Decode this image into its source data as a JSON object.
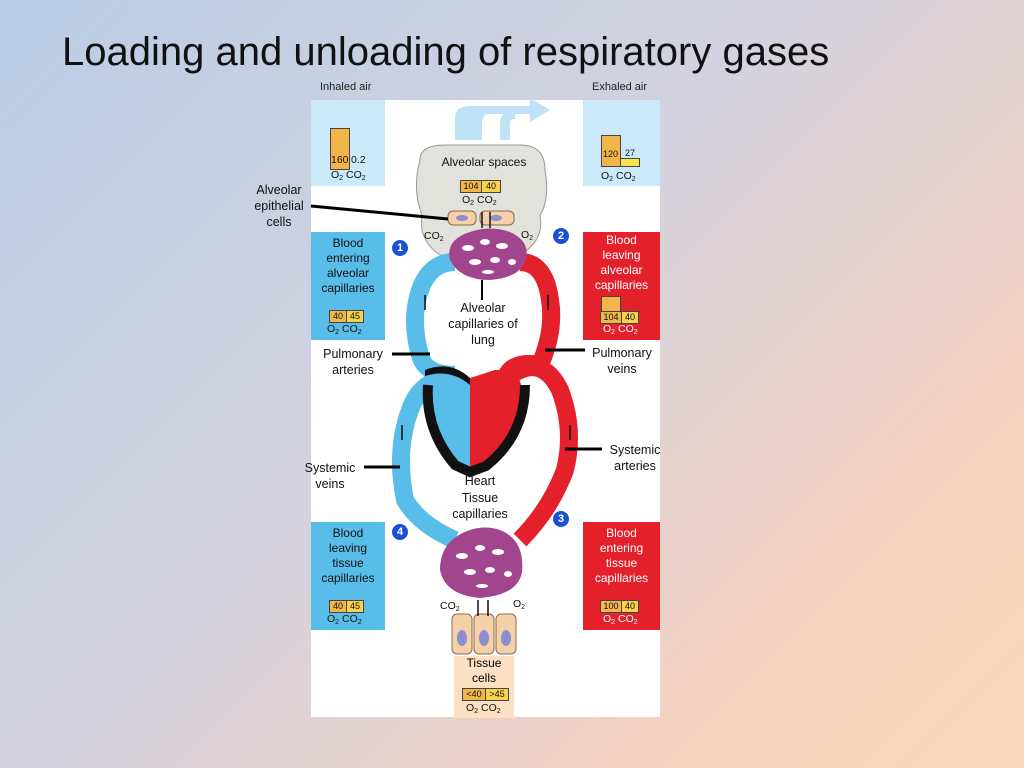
{
  "title": "Loading and unloading of respiratory gases",
  "inhaled": {
    "label": "Inhaled air",
    "o2": "160",
    "co2": "0.2"
  },
  "exhaled": {
    "label": "Exhaled air",
    "o2": "120",
    "co2": "27"
  },
  "alveolar_spaces": {
    "label": "Alveolar spaces",
    "o2": "104",
    "co2": "40"
  },
  "labels": {
    "alveolar_epithelial": "Alveolar epithelial cells",
    "alveolar_capillaries": "Alveolar capillaries of lung",
    "pulmonary_arteries": "Pulmonary arteries",
    "pulmonary_veins": "Pulmonary veins",
    "systemic_veins": "Systemic veins",
    "systemic_arteries": "Systemic arteries",
    "heart": "Heart",
    "tissue_capillaries": "Tissue capillaries",
    "tissue_cells": "Tissue cells",
    "o2": "O2",
    "co2": "CO2"
  },
  "boxes": [
    {
      "num": "1",
      "label": "Blood entering alveolar capillaries",
      "o2": "40",
      "co2": "45"
    },
    {
      "num": "2",
      "label": "Blood leaving alveolar capillaries",
      "o2": "104",
      "co2": "40"
    },
    {
      "num": "3",
      "label": "Blood entering tissue capillaries",
      "o2": "100",
      "co2": "40"
    },
    {
      "num": "4",
      "label": "Blood leaving tissue capillaries",
      "o2": "40",
      "co2": "45"
    }
  ],
  "tissue": {
    "o2": "<40",
    "co2": ">45"
  },
  "colors": {
    "oxygenated": "#e4212b",
    "deoxygenated": "#58bde8",
    "capillary": "#a0458e"
  }
}
